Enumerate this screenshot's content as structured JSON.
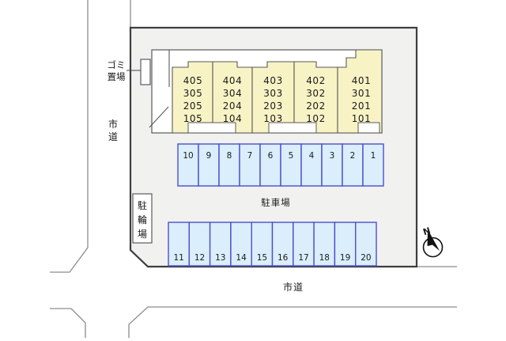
{
  "diagram": {
    "type": "apartment-site-plan",
    "building": {
      "units": [
        {
          "id": "405",
          "rooms": [
            "405",
            "305",
            "205",
            "105"
          ]
        },
        {
          "id": "404",
          "rooms": [
            "404",
            "304",
            "204",
            "104"
          ]
        },
        {
          "id": "403",
          "rooms": [
            "403",
            "303",
            "203",
            "103"
          ]
        },
        {
          "id": "402",
          "rooms": [
            "402",
            "302",
            "202",
            "102"
          ]
        },
        {
          "id": "401",
          "rooms": [
            "401",
            "301",
            "201",
            "101"
          ]
        }
      ]
    },
    "parking": {
      "label": "駐車場",
      "row_top": [
        "10",
        "9",
        "8",
        "7",
        "6",
        "5",
        "4",
        "3",
        "2",
        "1"
      ],
      "row_bottom": [
        "11",
        "12",
        "13",
        "14",
        "15",
        "16",
        "17",
        "18",
        "19",
        "20"
      ]
    },
    "labels": {
      "garbage_line1": "ゴミ",
      "garbage_line2": "置場",
      "road_left_char1": "市",
      "road_left_char2": "道",
      "bicycle_char1": "駐",
      "bicycle_char2": "輪",
      "bicycle_char3": "場",
      "road_bottom": "市道",
      "compass_north": "N"
    },
    "colors": {
      "site_fill": "#f1f1ef",
      "unit_fill": "#f8f3c5",
      "parking_fill": "#daeefb",
      "parking_border": "#4d4dcd",
      "site_border": "#3e3e3e",
      "road_line": "#8c8c8c",
      "text": "#1a1a1a"
    }
  }
}
